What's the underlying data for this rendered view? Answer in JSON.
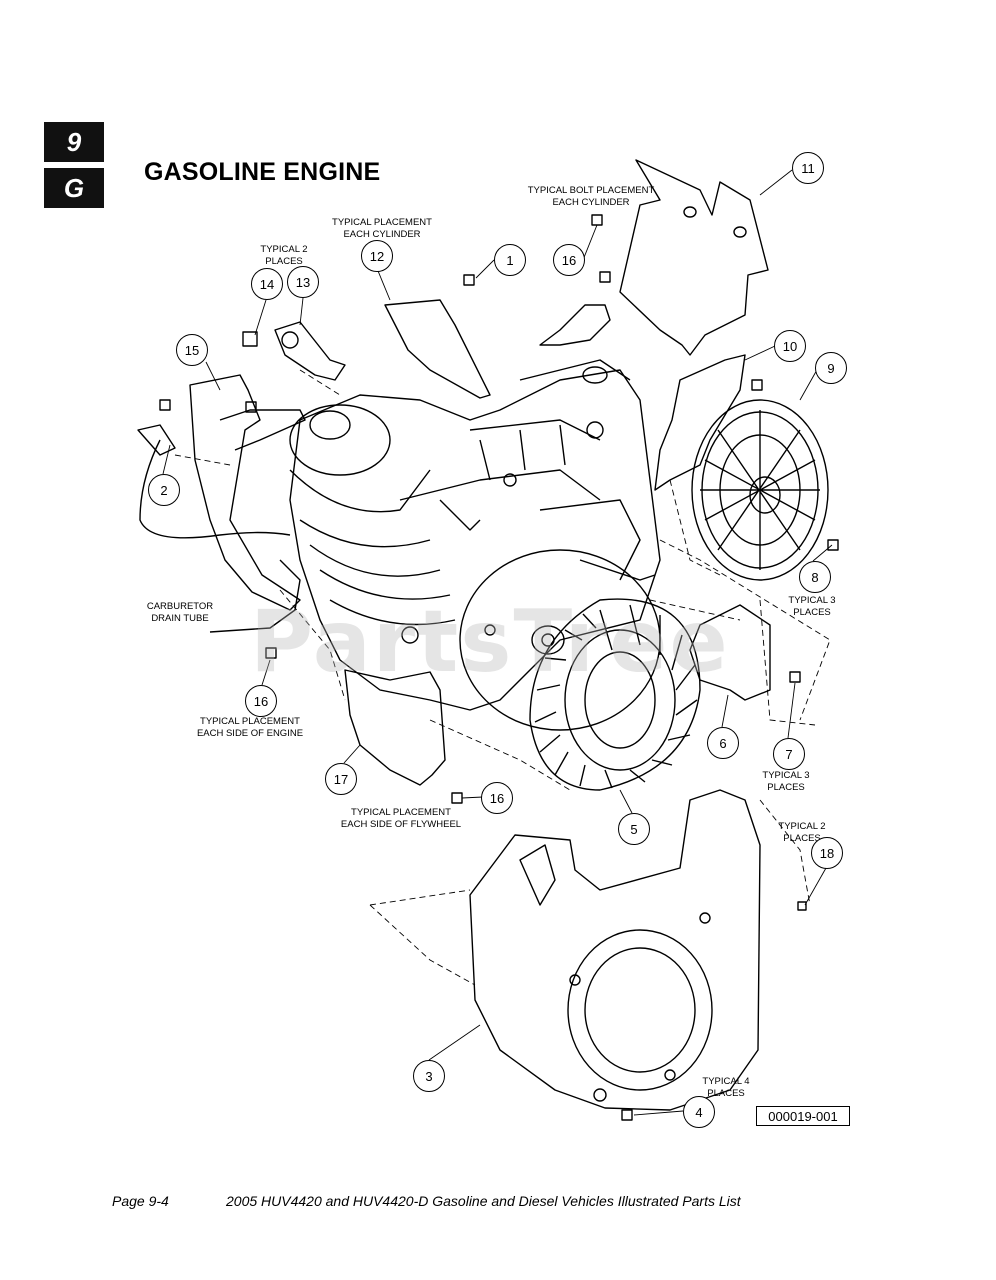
{
  "section_tab": {
    "number": "9",
    "letter": "G"
  },
  "title": "GASOLINE ENGINE",
  "notes": {
    "bolt_placement": [
      "TYPICAL BOLT PLACEMENT",
      "EACH CYLINDER"
    ],
    "placement_cylinder": [
      "TYPICAL PLACEMENT",
      "EACH CYLINDER"
    ],
    "typical2_top": [
      "TYPICAL 2",
      "PLACES"
    ],
    "carb_drain": [
      "CARBURETOR",
      "DRAIN TUBE"
    ],
    "placement_engine": [
      "TYPICAL PLACEMENT",
      "EACH SIDE OF ENGINE"
    ],
    "placement_flywheel": [
      "TYPICAL PLACEMENT",
      "EACH SIDE OF FLYWHEEL"
    ],
    "typical3_a": [
      "TYPICAL 3",
      "PLACES"
    ],
    "typical3_b": [
      "TYPICAL 3",
      "PLACES"
    ],
    "typical2_right": [
      "TYPICAL 2",
      "PLACES"
    ],
    "typical4": [
      "TYPICAL 4",
      "PLACES"
    ]
  },
  "callouts": {
    "c11": "11",
    "c16a": "16",
    "c12": "12",
    "c1": "1",
    "c14": "14",
    "c13": "13",
    "c15": "15",
    "c10": "10",
    "c9": "9",
    "c2": "2",
    "c8": "8",
    "c16b": "16",
    "c6": "6",
    "c7": "7",
    "c17": "17",
    "c16c": "16",
    "c5": "5",
    "c18": "18",
    "c3": "3",
    "c4": "4"
  },
  "part_number": "000019-001",
  "watermark": "PartsTree",
  "footer": {
    "page": "Page 9-4",
    "document": "2005 HUV4420 and HUV4420-D Gasoline and Diesel Vehicles Illustrated Parts List"
  }
}
